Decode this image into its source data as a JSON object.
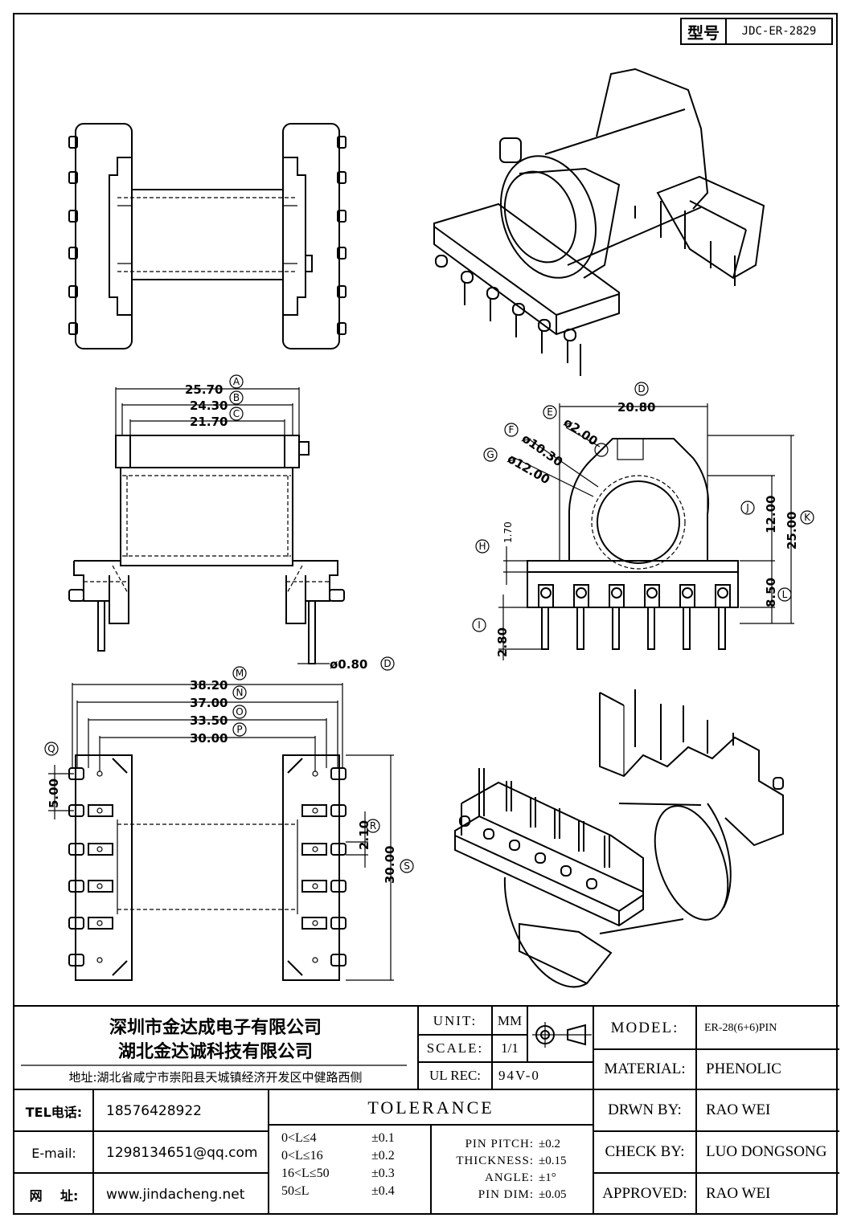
{
  "model_box": {
    "label": "型号",
    "value": "JDC-ER-2829"
  },
  "dims": {
    "A": "25.70",
    "B": "24.30",
    "C": "21.70",
    "D_pin": "ø0.80",
    "D_width": "20.80",
    "E": "ø2.00",
    "F": "ø10.30",
    "G": "ø12.00",
    "H": "1.70",
    "I": "2.80",
    "J": "12.00",
    "K": "25.00",
    "L": "8.50",
    "M": "38.20",
    "N": "37.00",
    "O": "33.50",
    "P": "30.00",
    "Q": "5.00",
    "R": "2.10",
    "S": "30.00"
  },
  "letters": {
    "A": "A",
    "B": "B",
    "C": "C",
    "D": "D",
    "E": "E",
    "F": "F",
    "G": "G",
    "H": "H",
    "I": "I",
    "J": "J",
    "K": "K",
    "L": "L",
    "M": "M",
    "N": "N",
    "O": "O",
    "P": "P",
    "Q": "Q",
    "R": "R",
    "S": "S"
  },
  "title_block": {
    "company_1": "深圳市金达成电子有限公司",
    "company_2": "湖北金达诚科技有限公司",
    "address": "地址:湖北省咸宁市崇阳县天城镇经济开发区中健路西侧",
    "unit_label": "UNIT:",
    "unit_value": "MM",
    "scale_label": "SCALE:",
    "scale_value": "1/1",
    "ulrec_label": "UL REC:",
    "ulrec_value": "94V-0",
    "model_label": "MODEL:",
    "model_value": "ER-28(6+6)PIN",
    "material_label": "MATERIAL:",
    "material_value": "PHENOLIC",
    "drwn_label": "DRWN BY:",
    "drwn_value": "RAO WEI",
    "check_label": "CHECK BY:",
    "check_value": "LUO DONGSONG",
    "approved_label": "APPROVED:",
    "approved_value": "RAO WEI",
    "tel_label": "TEL电话:",
    "tel_value": "18576428922",
    "email_label": "E-mail:",
    "email_value": "1298134651@qq.com",
    "web_label": "网    址:",
    "web_value": "www.jindacheng.net",
    "tolerance_title": "TOLERANCE",
    "tolerances": [
      {
        "range": "0<L≤4",
        "value": "±0.1"
      },
      {
        "range": "0<L≤16",
        "value": "±0.2"
      },
      {
        "range": "16<L≤50",
        "value": "±0.3"
      },
      {
        "range": "50≤L",
        "value": "±0.4"
      }
    ],
    "specs": [
      {
        "label": "PIN PITCH:",
        "value": "±0.2"
      },
      {
        "label": "THICKNESS:",
        "value": "±0.15"
      },
      {
        "label": "ANGLE:",
        "value": "±1°"
      },
      {
        "label": "PIN DIM:",
        "value": "±0.05"
      }
    ]
  }
}
